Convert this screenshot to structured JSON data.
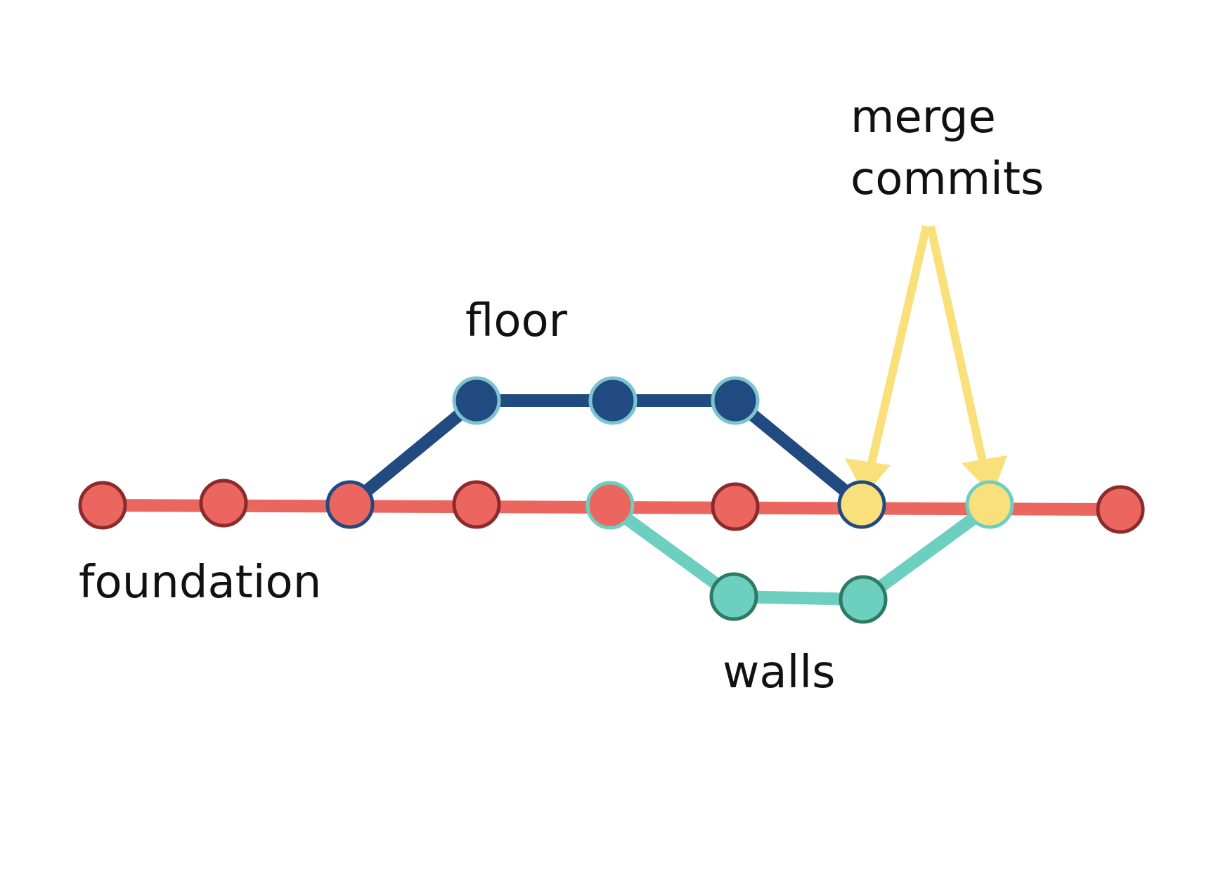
{
  "labels": {
    "foundation": "foundation",
    "floor": "floor",
    "walls": "walls",
    "merge_line1": "merge",
    "merge_line2": "commits"
  },
  "branches": [
    {
      "name": "foundation",
      "color": "#ec6660",
      "node_fill": "#ec6660",
      "node_stroke": "#8c2a2c"
    },
    {
      "name": "floor",
      "color": "#214b80",
      "node_fill": "#214b80",
      "node_stroke": "#7cc5d0"
    },
    {
      "name": "walls",
      "color": "#6dcfc0",
      "node_fill": "#6dcfc0",
      "node_stroke": "#2e7a63"
    }
  ],
  "merge_commit_color": "#fae07a",
  "arrow_color": "#fae07a",
  "commits": {
    "foundation": 9,
    "floor": 3,
    "walls": 2,
    "merge": 2
  }
}
